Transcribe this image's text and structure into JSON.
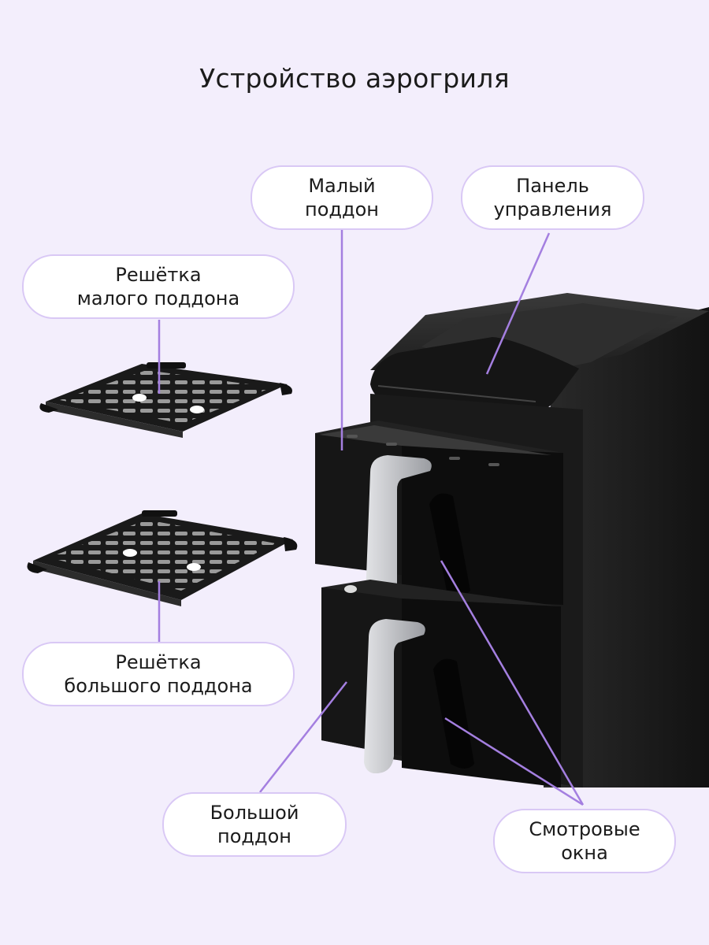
{
  "title": "Устройство аэрогриля",
  "colors": {
    "background": "#f3eefc",
    "leader": "#a47fe0",
    "bubble_border": "#d9c8f5",
    "appliance": "#1c1c1c",
    "handle": "#c6c8cc"
  },
  "callouts": {
    "small_tray": {
      "line1": "Малый",
      "line2": "поддон"
    },
    "control_panel": {
      "line1": "Панель",
      "line2": "управления"
    },
    "small_grille": {
      "line1": "Решётка",
      "line2": "малого поддона"
    },
    "large_grille": {
      "line1": "Решётка",
      "line2": "большого поддона"
    },
    "large_tray": {
      "line1": "Большой",
      "line2": "поддон"
    },
    "windows": {
      "line1": "Смотровые",
      "line2": "окна"
    }
  }
}
